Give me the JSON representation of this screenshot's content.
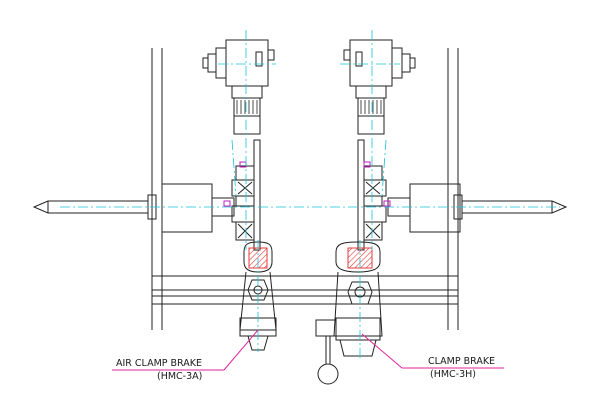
{
  "colors": {
    "line": "#222222",
    "centerline": "#19c2d8",
    "leader": "#e0239b",
    "hatch": "#e33b3b",
    "magenta": "#c21ec2"
  },
  "callouts": {
    "left": {
      "title": "AIR CLAMP BRAKE",
      "model": "(HMC-3A)"
    },
    "right": {
      "title": "CLAMP BRAKE",
      "model": "(HMC-3H)"
    }
  }
}
